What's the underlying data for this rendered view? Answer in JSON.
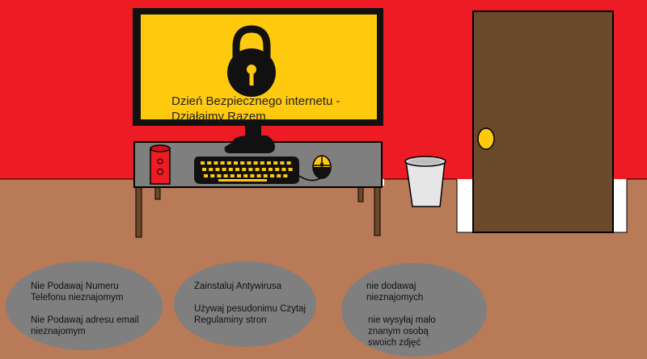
{
  "monitor": {
    "title_line1": "Dzień Bezpiecznego internetu -",
    "title_line2": "Działajmy Razem"
  },
  "tips": [
    {
      "lines": [
        "Nie Podawaj Numeru Telefonu nieznajomym",
        "Nie Podawaj adresu email nieznajomym"
      ]
    },
    {
      "lines": [
        "Zainstaluj Antywirusa",
        "Używaj pesudonimu Czytaj Regulaminy stron"
      ]
    },
    {
      "lines": [
        "nie dodawaj nieznajomych",
        "nie wysyłaj mało znanym osobą swoich zdjęć"
      ]
    }
  ],
  "icons": [
    "padlock-icon",
    "speaker-icon",
    "keyboard-icon",
    "mouse-icon",
    "trash-bin-icon",
    "door-icon"
  ],
  "colors": {
    "wall": "#ED1C24",
    "floor": "#B97A57",
    "screen": "#FFC90E",
    "desk": "#7F7F7F",
    "door": "#6B4A2B",
    "bubble": "#7F7F7F"
  }
}
